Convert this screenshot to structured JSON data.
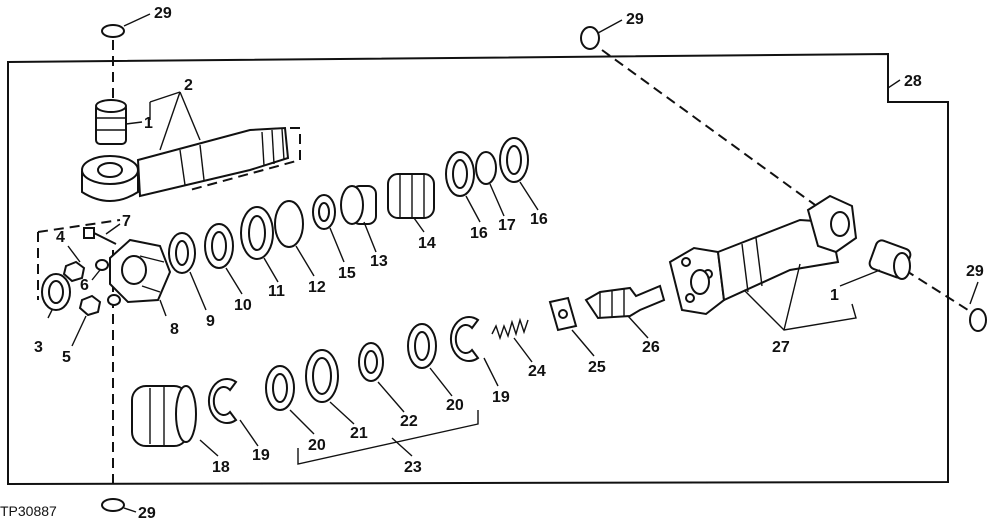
{
  "figure_code": "TP30887",
  "callouts": {
    "n1": "1",
    "n2": "2",
    "n3": "3",
    "n4": "4",
    "n5": "5",
    "n6": "6",
    "n7": "7",
    "n8": "8",
    "n9": "9",
    "n10": "10",
    "n11": "11",
    "n12": "12",
    "n13": "13",
    "n14": "14",
    "n15": "15",
    "n16": "16",
    "n17": "17",
    "n18": "18",
    "n19": "19",
    "n20": "20",
    "n21": "21",
    "n22": "22",
    "n23": "23",
    "n24": "24",
    "n25": "25",
    "n26": "26",
    "n27": "27",
    "n28": "28",
    "n29": "29"
  }
}
